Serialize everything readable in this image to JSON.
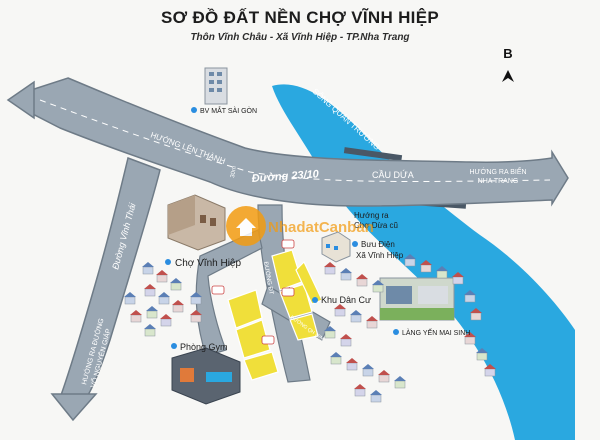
{
  "title": "SƠ ĐỒ ĐẤT NỀN CHỢ VĨNH HIỆP",
  "subtitle": "Thôn Vĩnh Châu - Xã Vĩnh Hiệp - TP.Nha Trang",
  "compass_label": "B",
  "roads": {
    "huong_len_thanh": "HƯỚNG LÊN THÀNH",
    "duong_23_10": "Đường 23/10",
    "cau_dua": "CẦU DỨA",
    "huong_ra_bien_1": "HƯỚNG RA BIỂN",
    "huong_ra_bien_2": "NHA TRANG",
    "duong_vinh_thai": "Đường Vĩnh Thái",
    "huong_ra_duong_1": "HƯỚNG RA ĐƯỜNG",
    "huong_ra_duong_2": "VÕ NGUYÊN GIÁP",
    "duong_dt_1": "ĐƯỜNG ĐT",
    "duong_dt_2": "ĐƯỜNG QH 30M",
    "road_width": "30m"
  },
  "river_label": "SÔNG QUÁN TRƯỜNG",
  "places": {
    "bv_mat": "BV MẮT SÀI GÒN",
    "cho": "Chợ Vĩnh Hiệp",
    "buu_dien_1": "Bưu Điện",
    "buu_dien_2": "Xã Vĩnh Hiệp",
    "huong_ra_1": "Hướng ra",
    "huong_ra_2": "Chợ Dừa cũ",
    "khu_dan_cu": "Khu Dân Cư",
    "lang_yen": "LÀNG YẾN MAI SINH",
    "phong_gym": "Phòng Gym"
  },
  "watermark": "NhadatCanban",
  "colors": {
    "road": "#9aa7b3",
    "road_edge": "#6e7b87",
    "river": "#2aa8e0",
    "lot": "#f0df3a",
    "pin": "#2a8de0",
    "watermark": "#f39c12"
  }
}
